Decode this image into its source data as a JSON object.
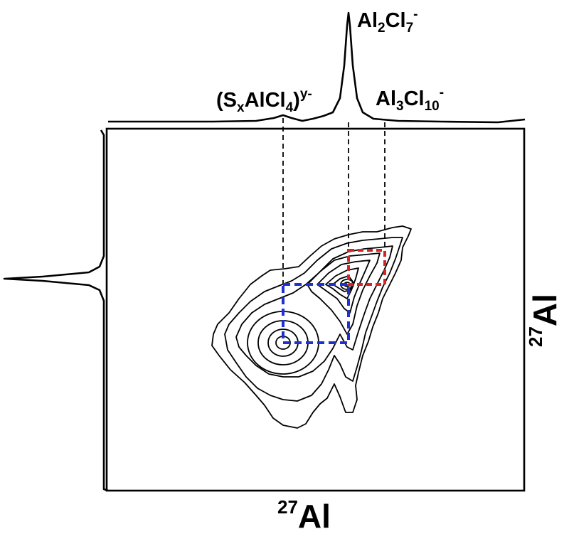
{
  "chart_data": {
    "type": "2D NMR contour",
    "xlabel": {
      "sup": "27",
      "base": "Al"
    },
    "ylabel": {
      "sup": "27",
      "base": "Al"
    },
    "peaks": [
      {
        "parts": [
          [
            "(S",
            "n"
          ],
          [
            "x",
            "sub"
          ],
          [
            "AlCl",
            "n"
          ],
          [
            "4",
            "sub"
          ],
          [
            ")",
            "n"
          ],
          [
            "y-",
            "sup"
          ]
        ],
        "kind": "broad"
      },
      {
        "parts": [
          [
            "Al",
            "n"
          ],
          [
            "2",
            "sub"
          ],
          [
            "Cl",
            "n"
          ],
          [
            "7",
            "sub"
          ],
          [
            "-",
            "sup"
          ]
        ],
        "kind": "main"
      },
      {
        "parts": [
          [
            "Al",
            "n"
          ],
          [
            "3",
            "sub"
          ],
          [
            "Cl",
            "n"
          ],
          [
            "10",
            "sub"
          ],
          [
            "-",
            "sup"
          ]
        ],
        "kind": "minor"
      }
    ],
    "cross_peak_boxes": [
      {
        "between": [
          "(SxAlCl4)y-",
          "Al2Cl7-"
        ],
        "color": "#1f2fd6"
      },
      {
        "between": [
          "Al2Cl7-",
          "Al3Cl10-"
        ],
        "color": "#d42424"
      }
    ],
    "contour_levels": 9,
    "colors": {
      "line": "#000000",
      "blue_box": "#1f2fd6",
      "red_box": "#d42424"
    }
  }
}
